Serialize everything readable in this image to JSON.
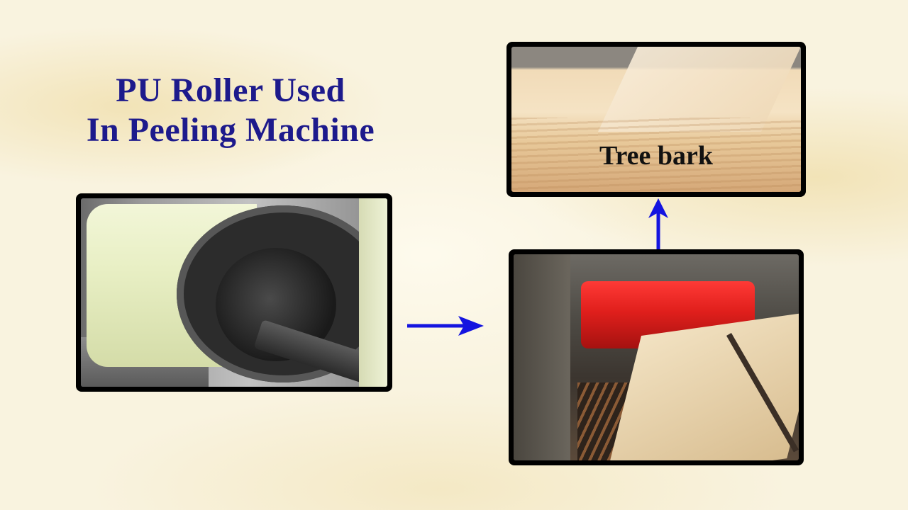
{
  "title": {
    "line1": "PU Roller Used",
    "line2": "In Peeling Machine"
  },
  "photos": {
    "veneer": {
      "label": "Tree bark"
    }
  },
  "colors": {
    "title": "#1d1a8c",
    "arrow": "#1414e0",
    "frame": "#000000",
    "background": "#f9f3df"
  }
}
